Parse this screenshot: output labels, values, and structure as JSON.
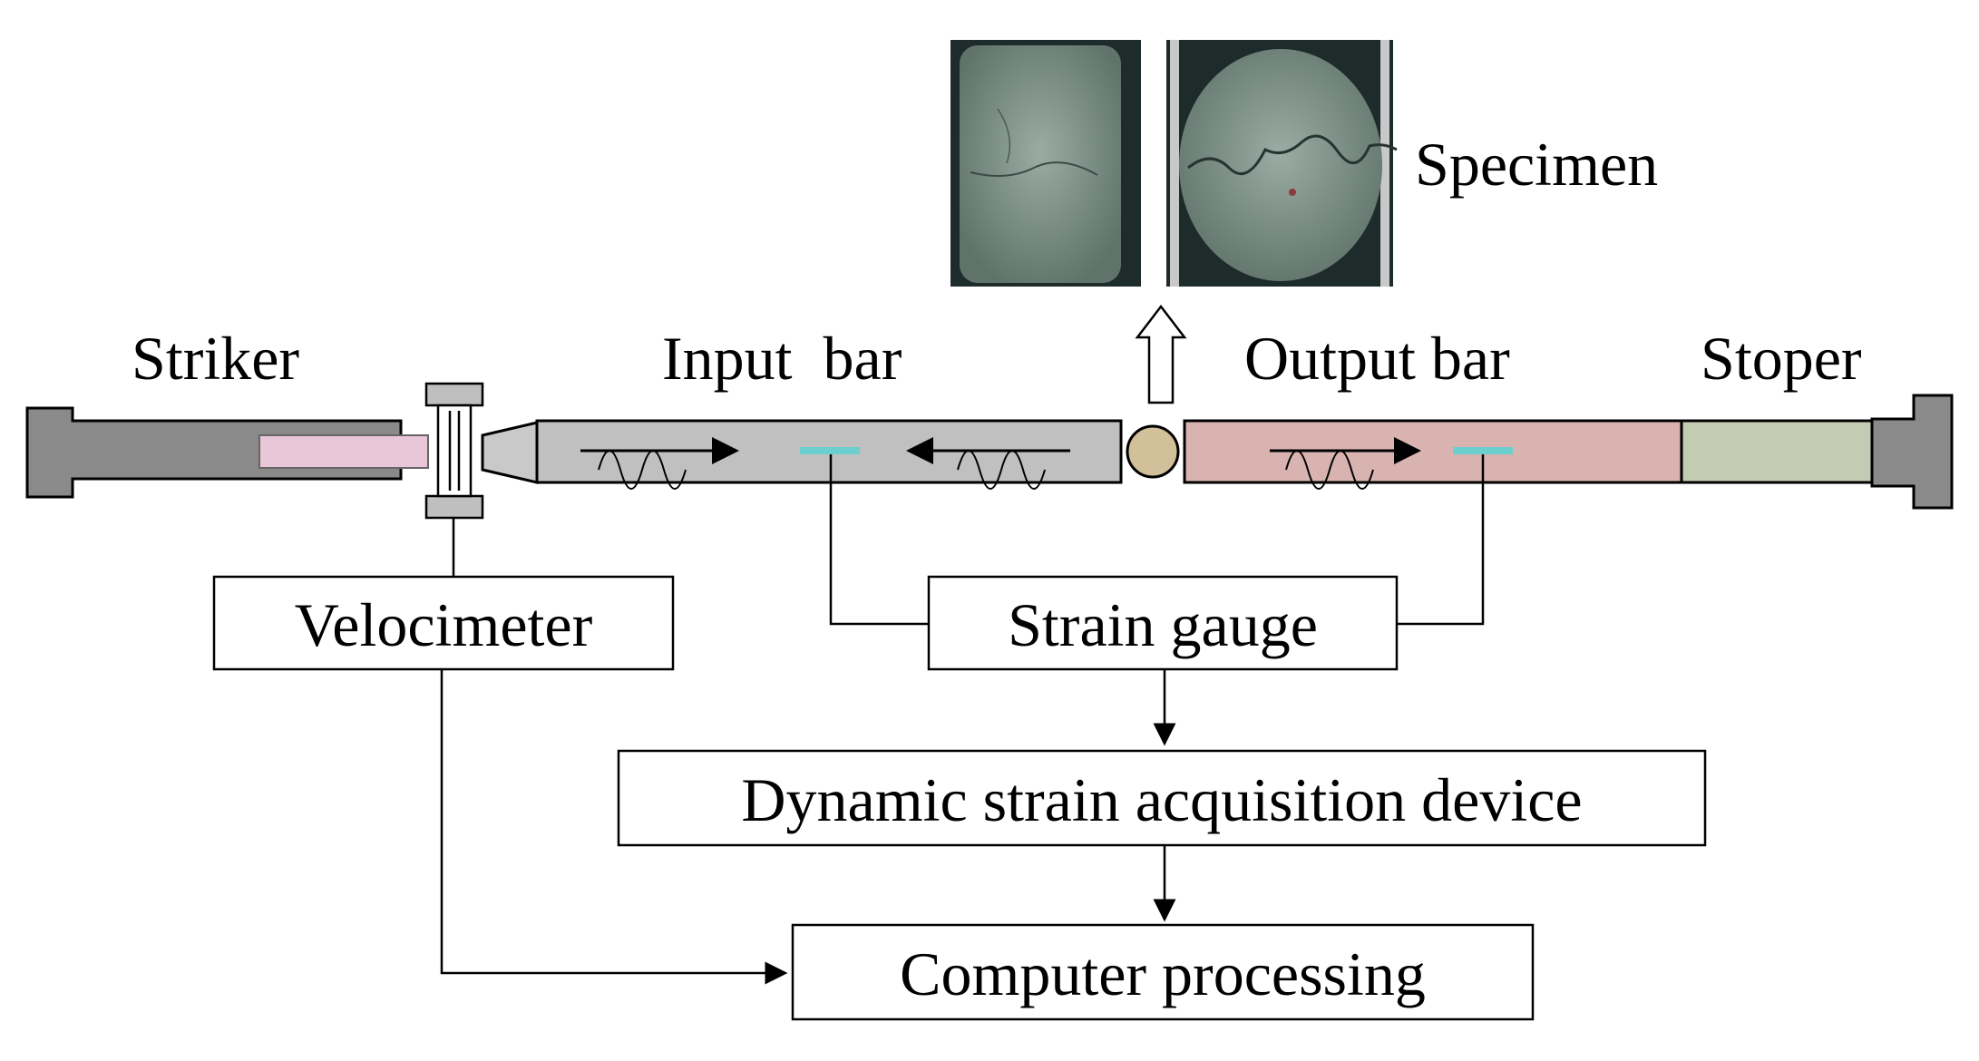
{
  "labels": {
    "striker": "Striker",
    "input_bar": "Input  bar",
    "output_bar": "Output bar",
    "stoper": "Stoper",
    "specimen": "Specimen"
  },
  "boxes": {
    "velocimeter": "Velocimeter",
    "strain_gauge": "Strain gauge",
    "acquisition": "Dynamic strain acquisition device",
    "computer": "Computer processing"
  },
  "colors": {
    "housing": "#8a8a8a",
    "striker_rod": "#e8c6d8",
    "input_bar": "#c0c0c0",
    "output_bar": "#d9b3b0",
    "stoper": "#c3ccb3",
    "specimen_ball": "#d2c09a",
    "gauge": "#6ccfcf",
    "photo_dark": "#1e2b2b",
    "photo_stone": "#7f958c"
  },
  "icons": {
    "wave": "incident-wave-arrow-icon",
    "specimen_arrow": "up-arrow-icon"
  }
}
